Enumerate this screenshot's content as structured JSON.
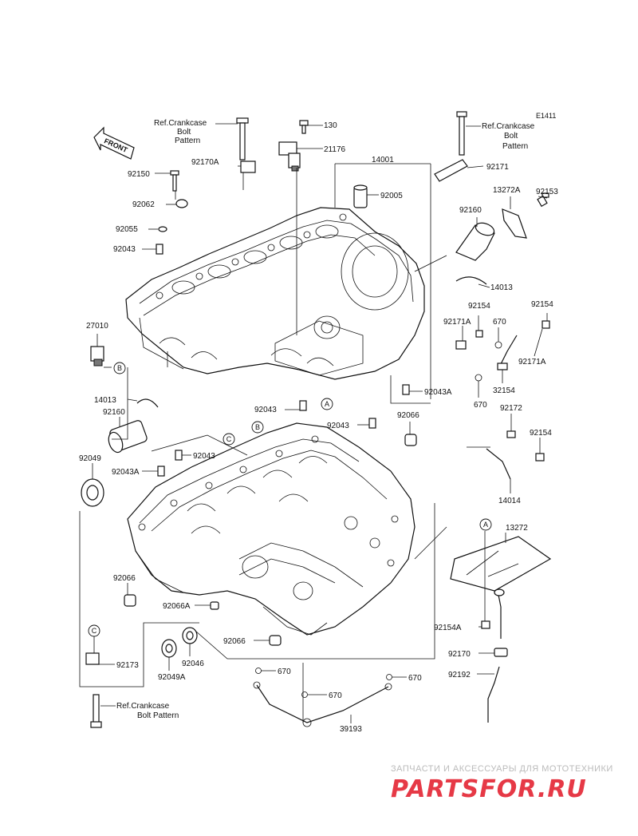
{
  "diagram": {
    "code": "E1411",
    "front_label": "FRONT",
    "ref_top_left": [
      "Ref.Crankcase",
      "Bolt",
      "Pattern"
    ],
    "ref_top_right": [
      "Ref.Crankcase",
      "Bolt",
      "Pattern"
    ],
    "ref_bottom": [
      "Ref.Crankcase",
      "Bolt Pattern"
    ],
    "part_numbers": {
      "p130": "130",
      "p21176": "21176",
      "p14001": "14001",
      "p92171": "92171",
      "p92150": "92150",
      "p92170A": "92170A",
      "p92062": "92062",
      "p92005": "92005",
      "p13272A": "13272A",
      "p92153": "92153",
      "p92055": "92055",
      "p92160_top": "92160",
      "p92043_a": "92043",
      "p14013_right": "14013",
      "p27010": "27010",
      "p92154_a": "92154",
      "p92154_b": "92154",
      "p92171A_a": "92171A",
      "p670_a": "670",
      "p92171A_b": "92171A",
      "p32154": "32154",
      "p670_b": "670",
      "p14013_left": "14013",
      "p92043A_a": "92043A",
      "p92160_left": "92160",
      "p92043_b": "92043",
      "p92043_c": "92043",
      "p92066_a": "92066",
      "p92172": "92172",
      "p92154_c": "92154",
      "p92049": "92049",
      "p92043A_b": "92043A",
      "p92043_d": "92043",
      "p14014": "14014",
      "p13272": "13272",
      "p92066_b": "92066",
      "p92066A": "92066A",
      "p92154A": "92154A",
      "p92066_c": "92066",
      "p92046": "92046",
      "p92170": "92170",
      "p92173": "92173",
      "p92049A": "92049A",
      "p670_c": "670",
      "p92192": "92192",
      "p670_d": "670",
      "p670_e": "670",
      "p39193": "39193"
    },
    "callouts": {
      "A_top": "A",
      "A_right": "A",
      "B_left": "B",
      "B_mid": "B",
      "C_mid": "C",
      "C_bottom": "C"
    }
  },
  "watermark": {
    "tagline": "ЗАПЧАСТИ И АКСЕССУАРЫ ДЛЯ МОТОТЕХНИКИ",
    "brand": "PARTSFOR.RU",
    "brand_color": "#e63946"
  }
}
